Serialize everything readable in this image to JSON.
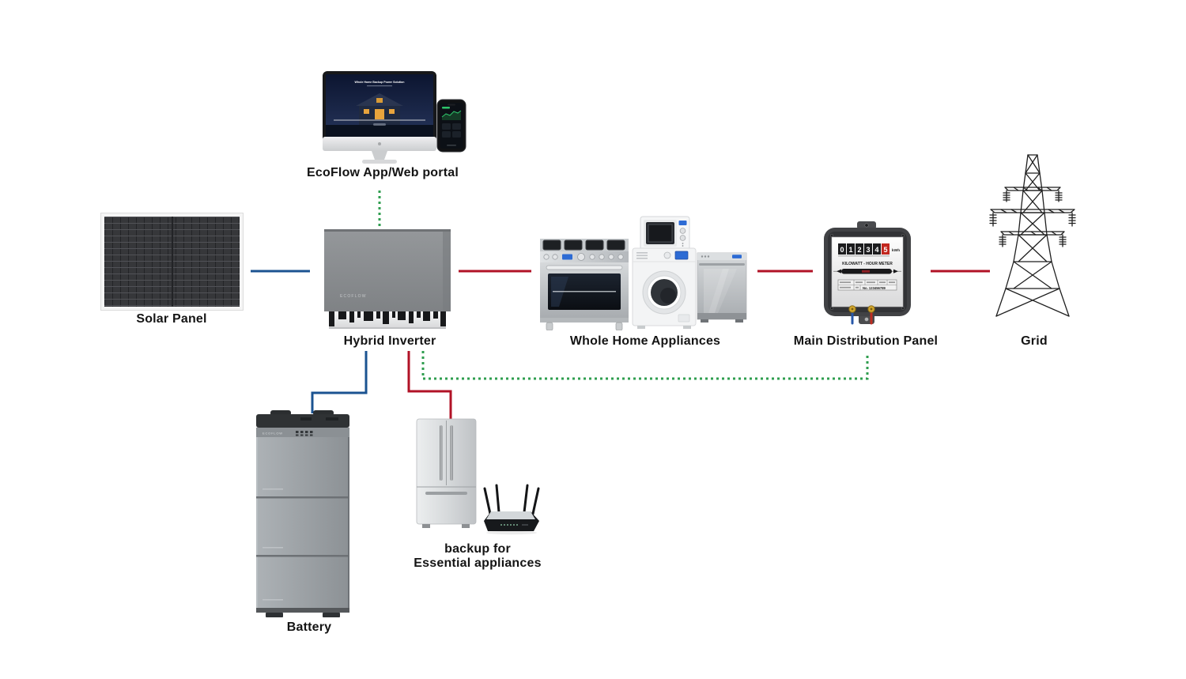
{
  "colors": {
    "pv_line": "#1b5391",
    "ac_line": "#b11226",
    "comm_line": "#2f9e4f",
    "label_text": "#141414"
  },
  "nodes": {
    "app": {
      "label": "EcoFlow App/Web portal",
      "screen_caption": "Whole Home Backup Power Solution"
    },
    "solar": {
      "label": "Solar Panel"
    },
    "inverter": {
      "label": "Hybrid Inverter",
      "logo": "ECOFLOW"
    },
    "appliances": {
      "label": "Whole Home Appliances"
    },
    "panel": {
      "label": "Main Distribution Panel",
      "meter": {
        "digits": [
          "0",
          "1",
          "2",
          "3",
          "4",
          "5"
        ],
        "unit": "kWh",
        "title": "KILOWATT - HOUR METER",
        "serial": "No. 123456789"
      }
    },
    "grid": {
      "label": "Grid"
    },
    "battery": {
      "label": "Battery",
      "logo": "ECOFLOW"
    },
    "backup": {
      "label_line1": "backup for",
      "label_line2": "Essential appliances"
    }
  },
  "connections": [
    {
      "from": "Solar Panel",
      "to": "Hybrid Inverter",
      "color": "blue",
      "style": "solid"
    },
    {
      "from": "Hybrid Inverter",
      "to": "Whole Home Appliances",
      "color": "red",
      "style": "solid"
    },
    {
      "from": "Whole Home Appliances",
      "to": "Main Distribution Panel",
      "color": "red",
      "style": "solid"
    },
    {
      "from": "Main Distribution Panel",
      "to": "Grid",
      "color": "red",
      "style": "solid"
    },
    {
      "from": "EcoFlow App/Web portal",
      "to": "Hybrid Inverter",
      "color": "green",
      "style": "dotted"
    },
    {
      "from": "Hybrid Inverter",
      "to": "Main Distribution Panel",
      "color": "green",
      "style": "dotted"
    },
    {
      "from": "Hybrid Inverter",
      "to": "Battery",
      "color": "blue",
      "style": "solid"
    },
    {
      "from": "Hybrid Inverter",
      "to": "backup for Essential appliances",
      "color": "red",
      "style": "solid"
    }
  ]
}
